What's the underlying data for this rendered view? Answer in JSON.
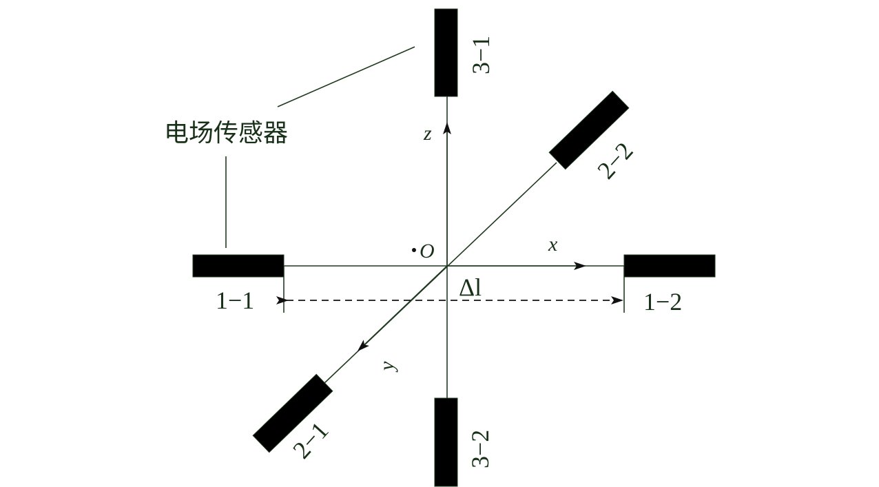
{
  "diagram": {
    "sensor_label": "电场传感器",
    "origin_label": "O",
    "axes": {
      "x": "x",
      "y": "y",
      "z": "z"
    },
    "delta_label": "Δl",
    "sensors": {
      "s1_1": "1−1",
      "s1_2": "1−2",
      "s2_1": "2−1",
      "s2_2": "2−2",
      "s3_1": "3−1",
      "s3_2": "3−2"
    },
    "colors": {
      "line": "#1f3a1f",
      "text": "#173017",
      "sensor_fill": "#000000"
    }
  }
}
